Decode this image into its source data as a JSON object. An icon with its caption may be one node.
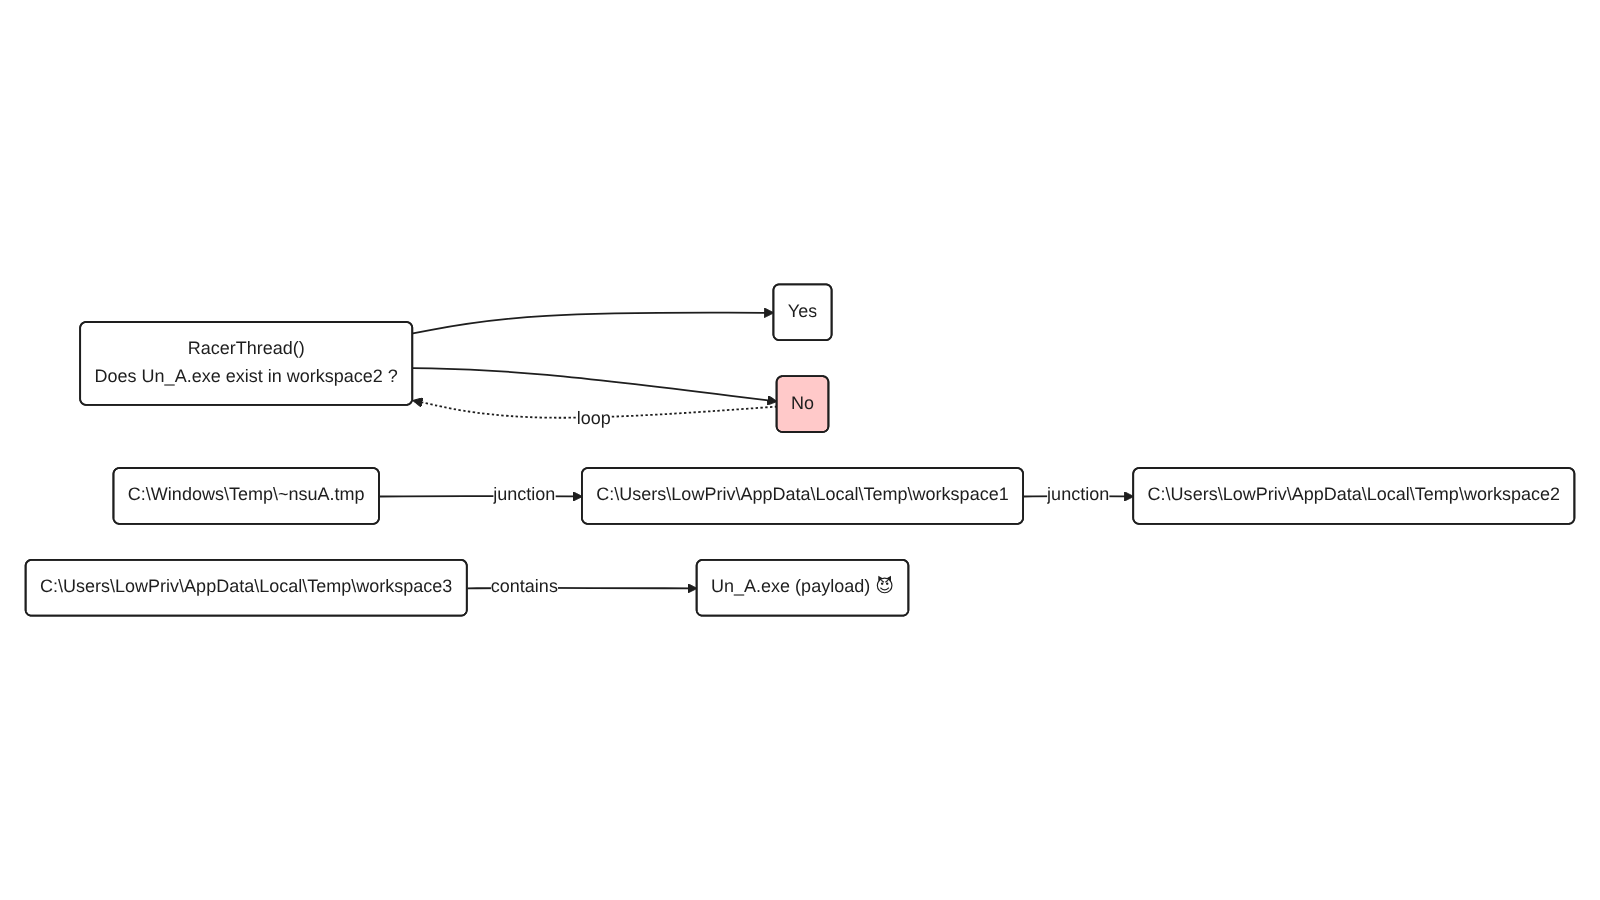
{
  "diagram": {
    "nodes": [
      {
        "text": [
          "RacerThread()",
          "Does Un_A.exe exist in workspace2 ?"
        ]
      },
      {
        "text": [
          "Yes"
        ]
      },
      {
        "text": [
          "No"
        ]
      },
      {
        "text": [
          "C:\\Windows\\Temp\\~nsuA.tmp"
        ]
      },
      {
        "text": [
          "C:\\Users\\LowPriv\\AppData\\Local\\Temp\\workspace1"
        ]
      },
      {
        "text": [
          "C:\\Users\\LowPriv\\AppData\\Local\\Temp\\workspace2"
        ]
      },
      {
        "text": [
          "C:\\Users\\LowPriv\\AppData\\Local\\Temp\\workspace3"
        ]
      },
      {
        "text": [
          "Un_A.exe (payload) 😈"
        ]
      }
    ],
    "edges": [
      {
        "from": 0,
        "to": 1,
        "arrow": "to"
      },
      {
        "from": 0,
        "to": 2,
        "arrow": "to"
      },
      {
        "from": 2,
        "to": 0,
        "arrow": "to",
        "label": "loop",
        "style": "dashed"
      },
      {
        "from": 3,
        "to": 4,
        "arrow": "to",
        "label": "junction"
      },
      {
        "from": 4,
        "to": 5,
        "arrow": "to",
        "label": "junction"
      },
      {
        "from": 6,
        "to": 7,
        "arrow": "to",
        "label": "contains"
      }
    ]
  }
}
